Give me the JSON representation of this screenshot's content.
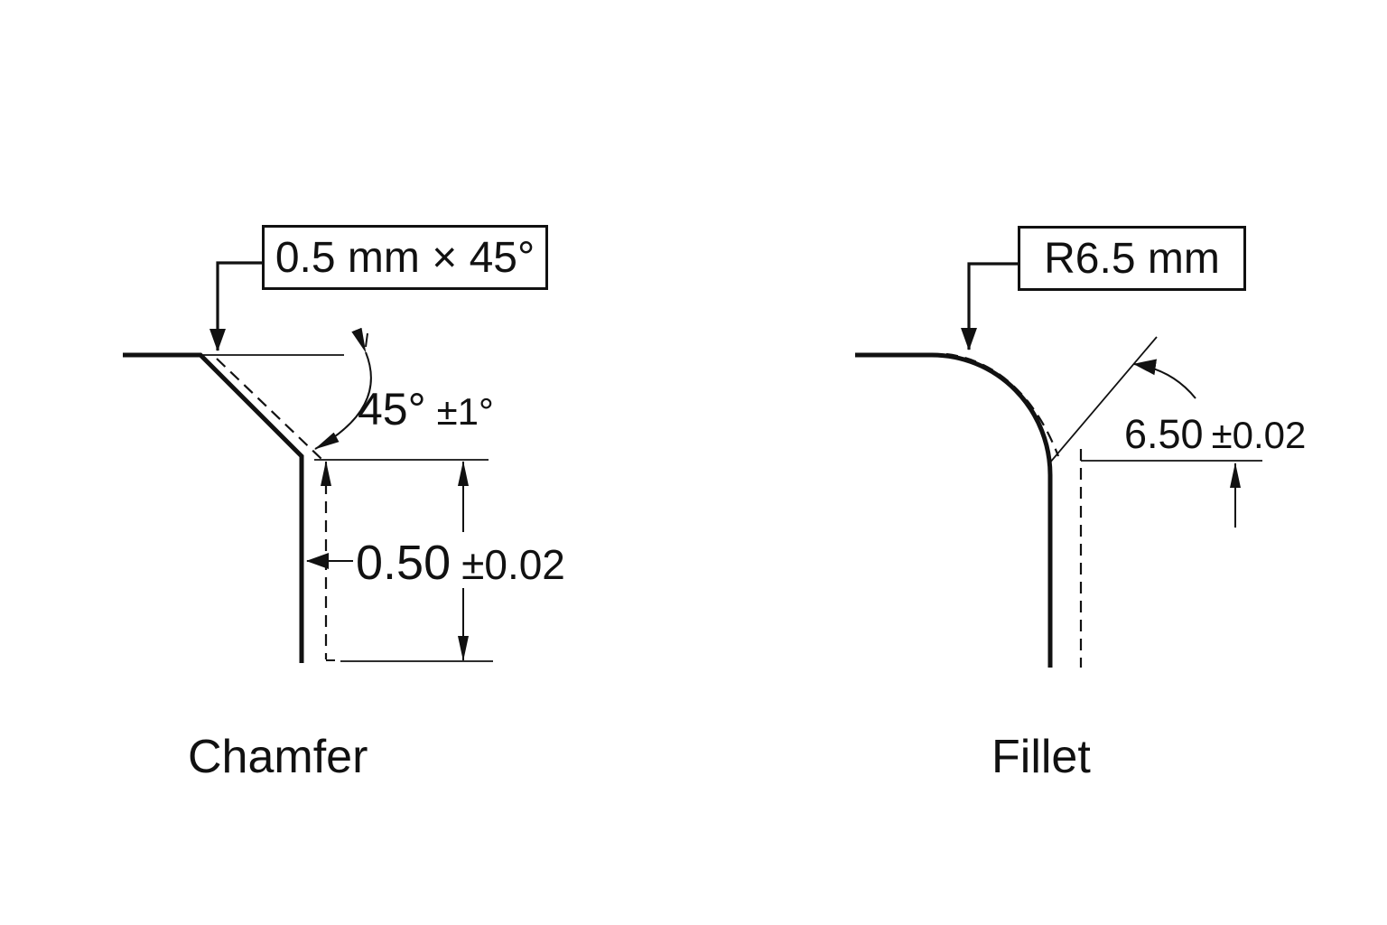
{
  "page": {
    "background_color": "#ffffff",
    "ink_color": "#111111"
  },
  "chamfer": {
    "callout_label": "0.5 mm × 45°",
    "angle": {
      "value": "45°",
      "tolerance": "±1°"
    },
    "depth": {
      "value": "0.50",
      "tolerance": "±0.02"
    },
    "caption": "Chamfer"
  },
  "fillet": {
    "callout_label": "R6.5 mm",
    "radius": {
      "value": "6.50",
      "tolerance": "±0.02"
    },
    "caption": "Fillet"
  }
}
